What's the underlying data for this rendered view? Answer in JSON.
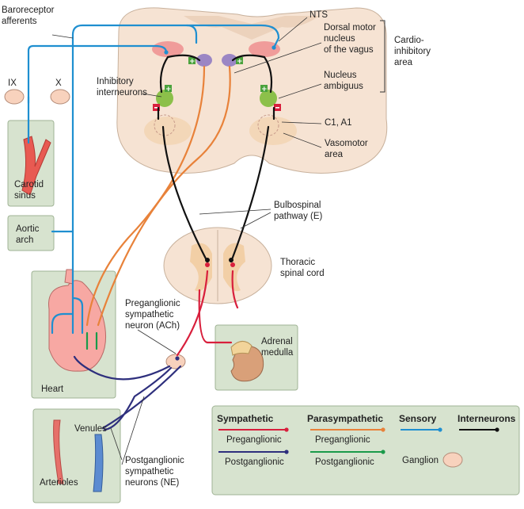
{
  "labels": {
    "baroreceptor_afferents": [
      "Baroreceptor",
      "afferents"
    ],
    "nts": "NTS",
    "dorsal_motor_nucleus": [
      "Dorsal motor",
      "nucleus",
      "of the vagus"
    ],
    "cardioinhibitory_area": [
      "Cardio-",
      "inhibitory",
      "area"
    ],
    "nucleus_ambiguus": [
      "Nucleus",
      "ambiguus"
    ],
    "inhibitory_interneurons": [
      "Inhibitory",
      "interneurons"
    ],
    "c1_a1": "C1, A1",
    "vasomotor_area": [
      "Vasomotor",
      "area"
    ],
    "nerve_ix": "IX",
    "nerve_x": "X",
    "carotid_sinus": [
      "Carotid",
      "sinus"
    ],
    "aortic_arch": [
      "Aortic",
      "arch"
    ],
    "bulbospinal_pathway": [
      "Bulbospinal",
      "pathway (E)"
    ],
    "thoracic_spinal_cord": [
      "Thoracic",
      "spinal cord"
    ],
    "heart": "Heart",
    "preganglionic_sympathetic": [
      "Preganglionic",
      "sympathetic",
      "neuron (ACh)"
    ],
    "adrenal_medulla": [
      "Adrenal",
      "medulla"
    ],
    "venules": "Venules",
    "arterioles": "Arterioles",
    "postganglionic_sympathetic": [
      "Postganglionic",
      "sympathetic",
      "neurons (NE)"
    ]
  },
  "legend": {
    "sympathetic": "Sympathetic",
    "sympathetic_pre": "Preganglionic",
    "sympathetic_post": "Postganglionic",
    "parasympathetic": "Parasympathetic",
    "parasympathetic_pre": "Preganglionic",
    "parasympathetic_post": "Postganglionic",
    "sensory": "Sensory",
    "interneurons": "Interneurons",
    "ganglion": "Ganglion"
  },
  "colors": {
    "sympathetic_pre": "#d81f3c",
    "sympathetic_post": "#2e2f7d",
    "parasympathetic_pre": "#e8823a",
    "parasympathetic_post": "#1a9a4a",
    "sensory": "#1f8fd0",
    "interneuron": "#111111",
    "brainstem": "#f6e3d3",
    "box_fill": "#d7e3cf"
  }
}
